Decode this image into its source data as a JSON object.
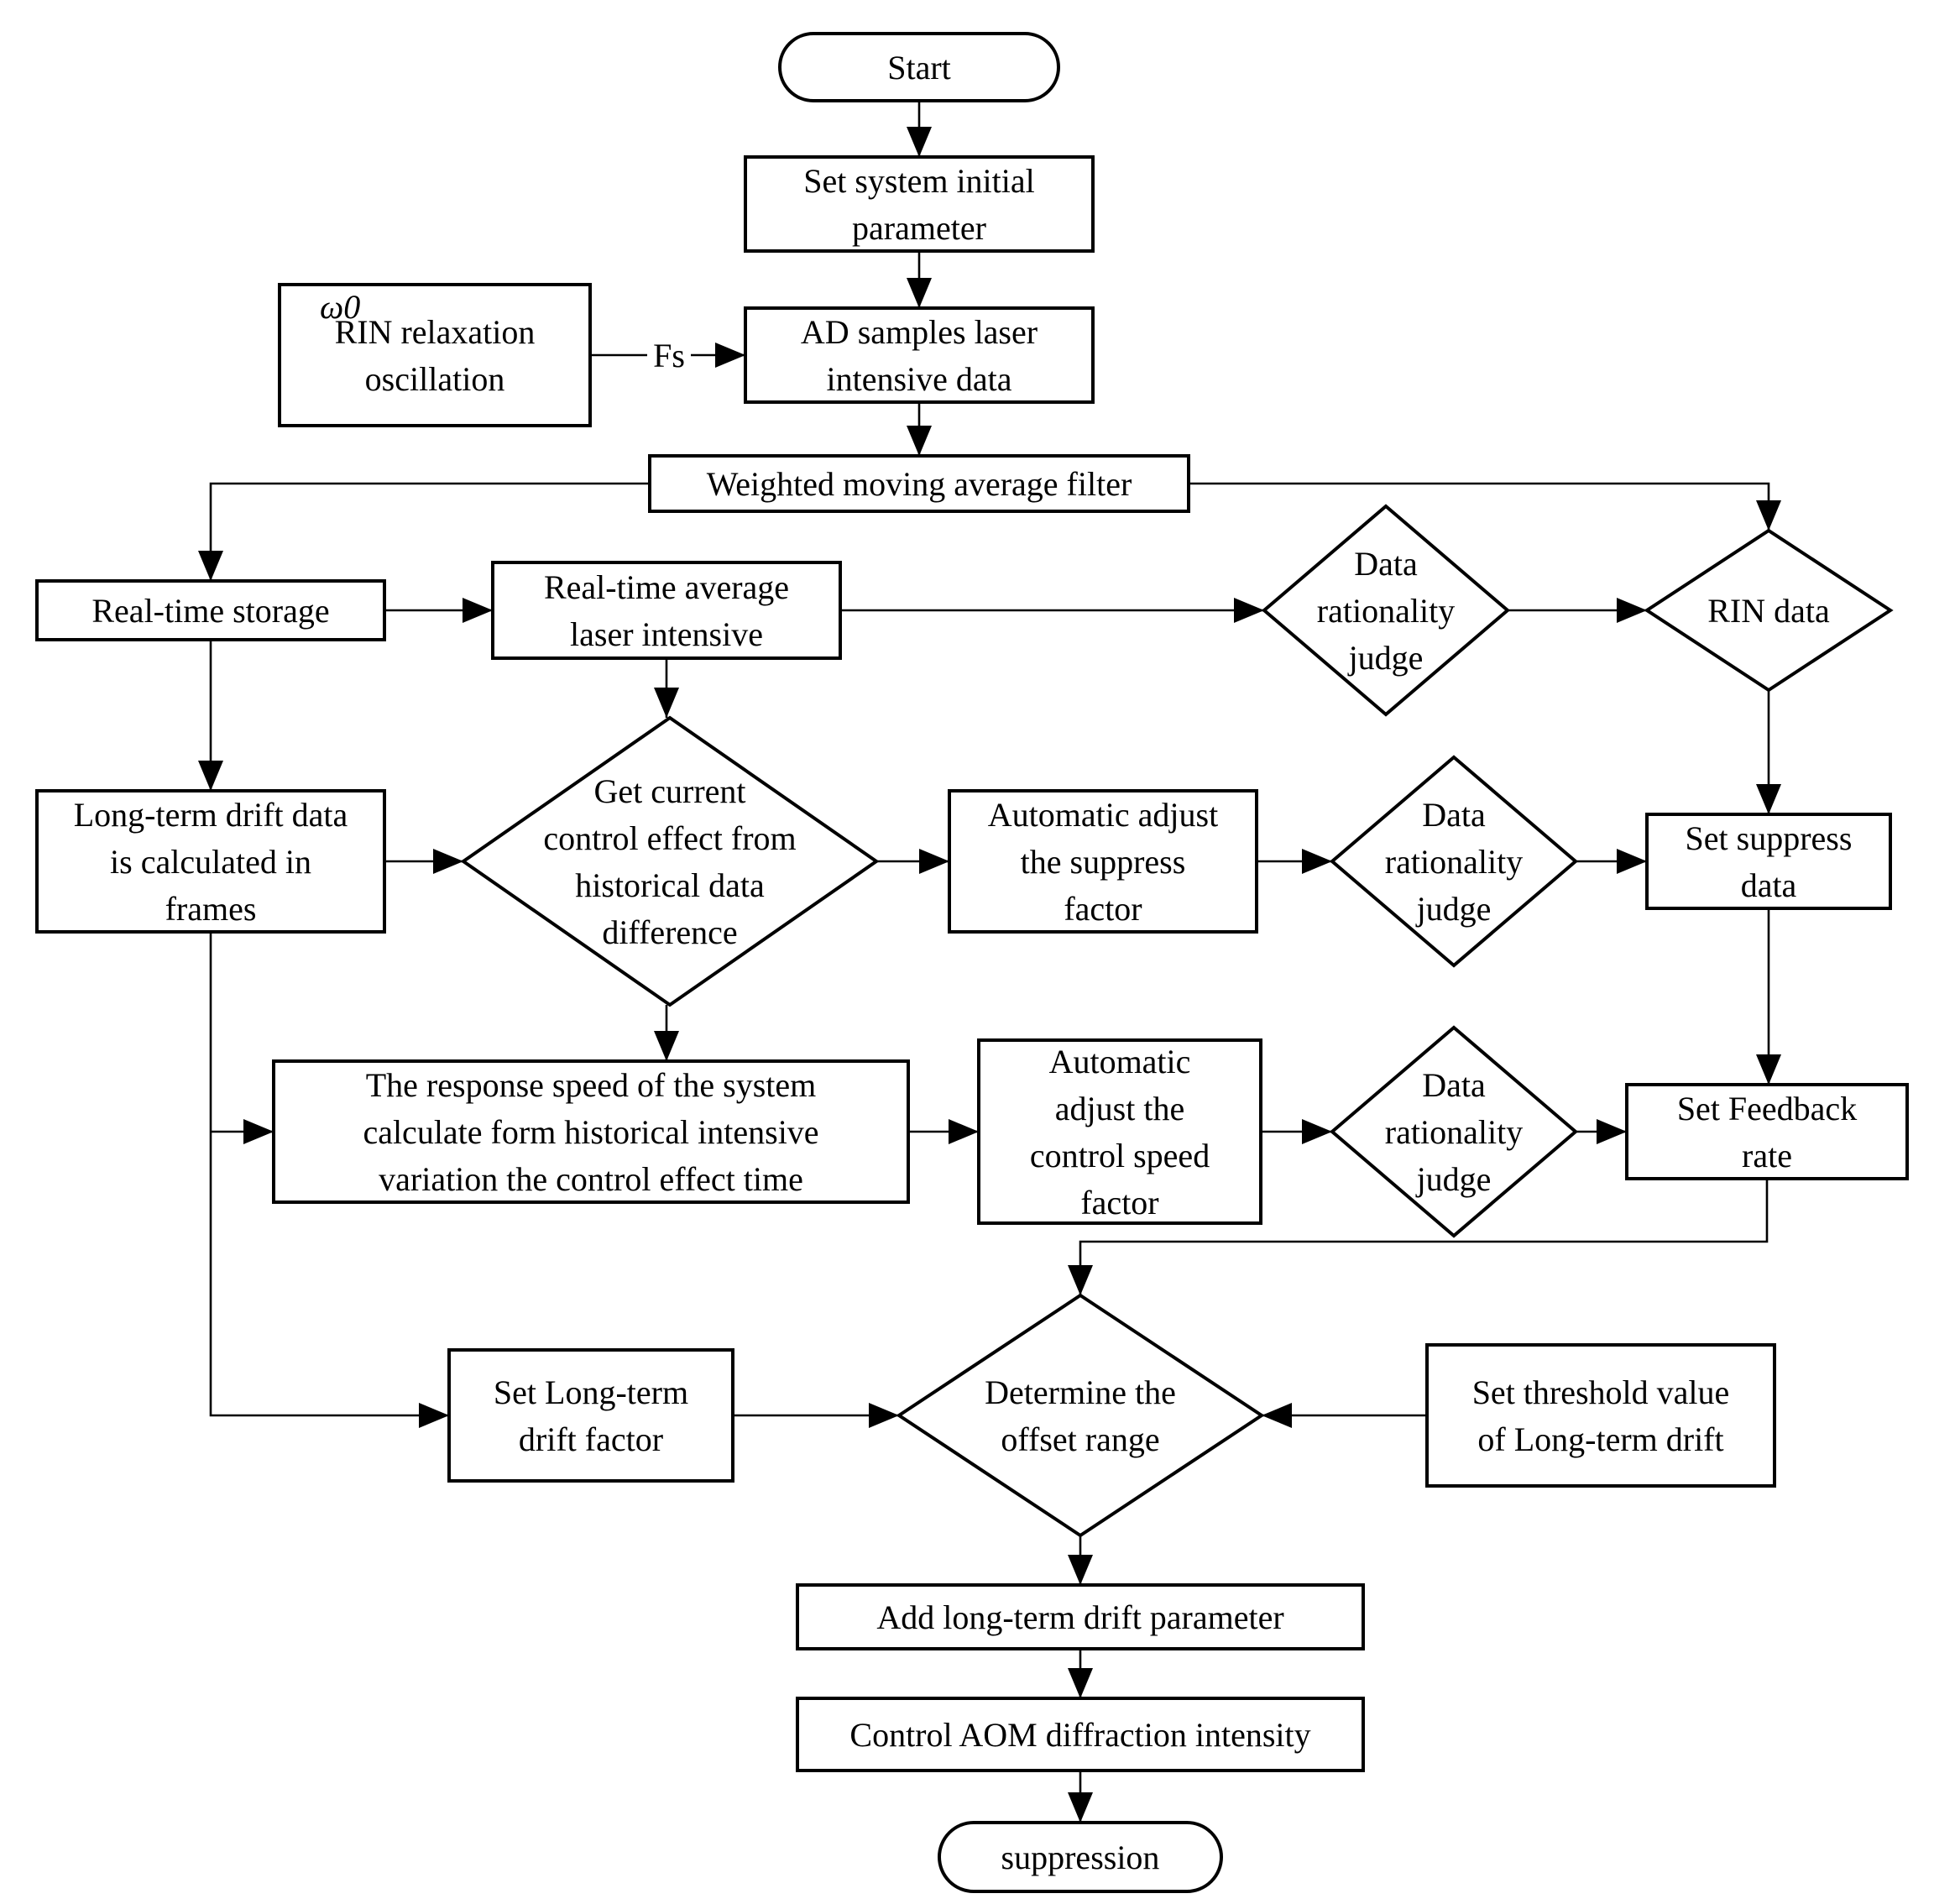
{
  "diagram": {
    "nodes": {
      "start": {
        "shape": "terminal",
        "lines": [
          "Start"
        ]
      },
      "set_initial": {
        "shape": "process",
        "lines": [
          "Set system initial",
          "parameter"
        ]
      },
      "rin_relaxation": {
        "shape": "process",
        "symbol": "ω0",
        "lines": [
          "RIN relaxation",
          "oscillation"
        ]
      },
      "ad_samples": {
        "shape": "process",
        "lines": [
          "AD samples laser",
          "intensive data"
        ]
      },
      "wma_filter": {
        "shape": "process",
        "lines": [
          "Weighted moving average filter"
        ]
      },
      "realtime_storage": {
        "shape": "process",
        "lines": [
          "Real-time storage"
        ]
      },
      "realtime_average": {
        "shape": "process",
        "lines": [
          "Real-time average",
          "laser intensive"
        ]
      },
      "judge_top": {
        "shape": "decision",
        "lines": [
          "Data",
          "rationality",
          "judge"
        ]
      },
      "rin_data": {
        "shape": "decision",
        "lines": [
          "RIN data"
        ]
      },
      "longterm_drift_data": {
        "shape": "process",
        "lines": [
          "Long-term drift data",
          "is calculated in",
          "frames"
        ]
      },
      "get_control_effect": {
        "shape": "decision",
        "lines": [
          "Get current",
          "control effect from",
          "historical data",
          "difference"
        ]
      },
      "adjust_suppress": {
        "shape": "process",
        "lines": [
          "Automatic adjust",
          "the suppress",
          "factor"
        ]
      },
      "judge_mid": {
        "shape": "decision",
        "lines": [
          "Data",
          "rationality",
          "judge"
        ]
      },
      "set_suppress_data": {
        "shape": "process",
        "lines": [
          "Set suppress",
          "data"
        ]
      },
      "response_speed": {
        "shape": "process",
        "lines": [
          "The response speed of the system",
          "calculate form historical intensive",
          "variation the control effect time"
        ]
      },
      "adjust_speed": {
        "shape": "process",
        "lines": [
          "Automatic",
          "adjust the",
          "control speed",
          "factor"
        ]
      },
      "judge_low": {
        "shape": "decision",
        "lines": [
          "Data",
          "rationality",
          "judge"
        ]
      },
      "set_feedback": {
        "shape": "process",
        "lines": [
          "Set Feedback",
          "rate"
        ]
      },
      "set_longterm_factor": {
        "shape": "process",
        "lines": [
          "Set Long-term",
          "drift factor"
        ]
      },
      "determine_offset": {
        "shape": "decision",
        "lines": [
          "Determine the",
          "offset range"
        ]
      },
      "set_threshold": {
        "shape": "process",
        "lines": [
          "Set threshold value",
          "of Long-term drift"
        ]
      },
      "add_parameter": {
        "shape": "process",
        "lines": [
          "Add long-term drift parameter"
        ]
      },
      "control_aom": {
        "shape": "process",
        "lines": [
          "Control AOM diffraction intensity"
        ]
      },
      "suppression": {
        "shape": "terminal",
        "lines": [
          "suppression"
        ]
      }
    },
    "edge_labels": {
      "fs": "Fs"
    }
  }
}
